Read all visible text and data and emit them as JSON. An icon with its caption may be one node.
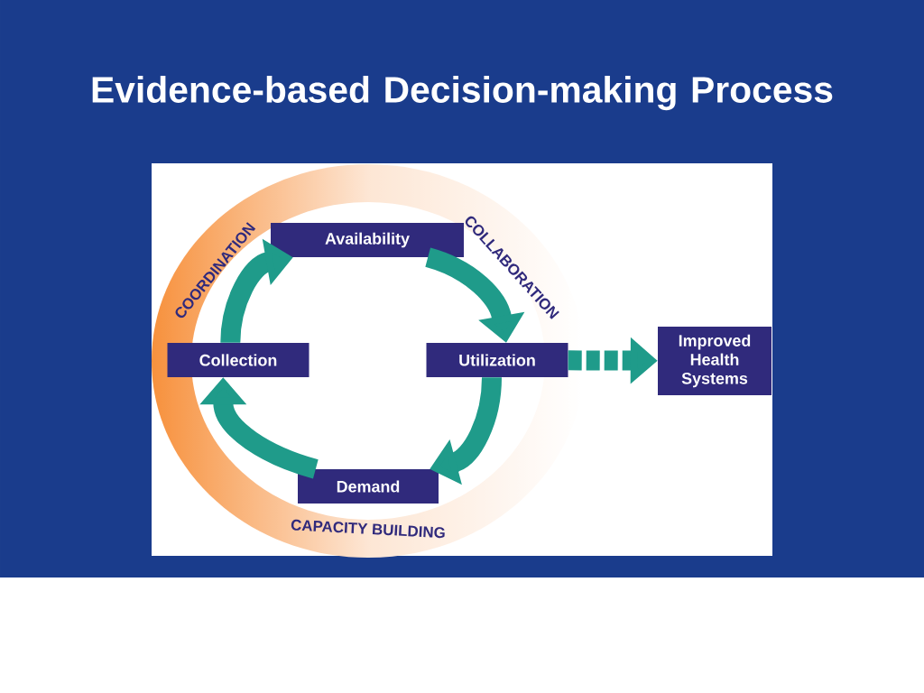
{
  "diagram": {
    "title": "Evidence-based Decision-making Process",
    "nodes": [
      {
        "text": [
          "Availability"
        ]
      },
      {
        "text": [
          "Utilization"
        ]
      },
      {
        "text": [
          "Demand"
        ]
      },
      {
        "text": [
          "Collection"
        ]
      },
      {
        "text": [
          "Improved Health Systems"
        ]
      }
    ],
    "edges": [
      {
        "from": 0,
        "to": 1,
        "arrow": "to"
      },
      {
        "from": 1,
        "to": 2,
        "arrow": "to"
      },
      {
        "from": 2,
        "to": 3,
        "arrow": "to"
      },
      {
        "from": 3,
        "to": 0,
        "arrow": "to"
      },
      {
        "from": 1,
        "to": 4,
        "arrow": "to",
        "style": "dashed"
      }
    ],
    "labels": [
      "COORDINATION",
      "COLLABORATION",
      "CAPACITY BUILDING"
    ]
  }
}
